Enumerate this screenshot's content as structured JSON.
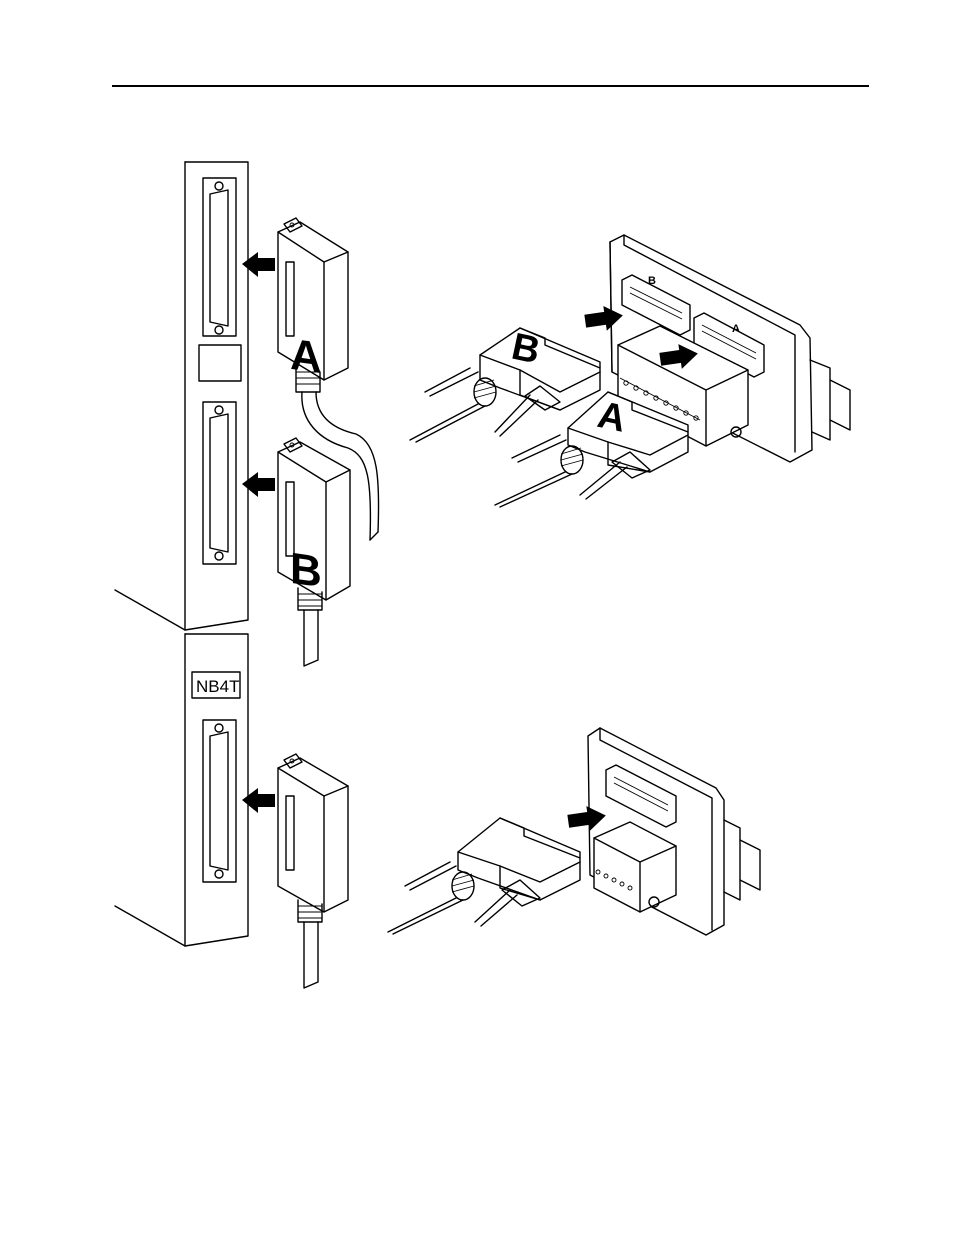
{
  "figure": {
    "upper_assembly": {
      "connector_labels": [
        "A",
        "B"
      ],
      "terminal_block_port_labels": [
        "B",
        "A"
      ]
    },
    "lower_assembly": {
      "module_label": "NB4T"
    }
  }
}
